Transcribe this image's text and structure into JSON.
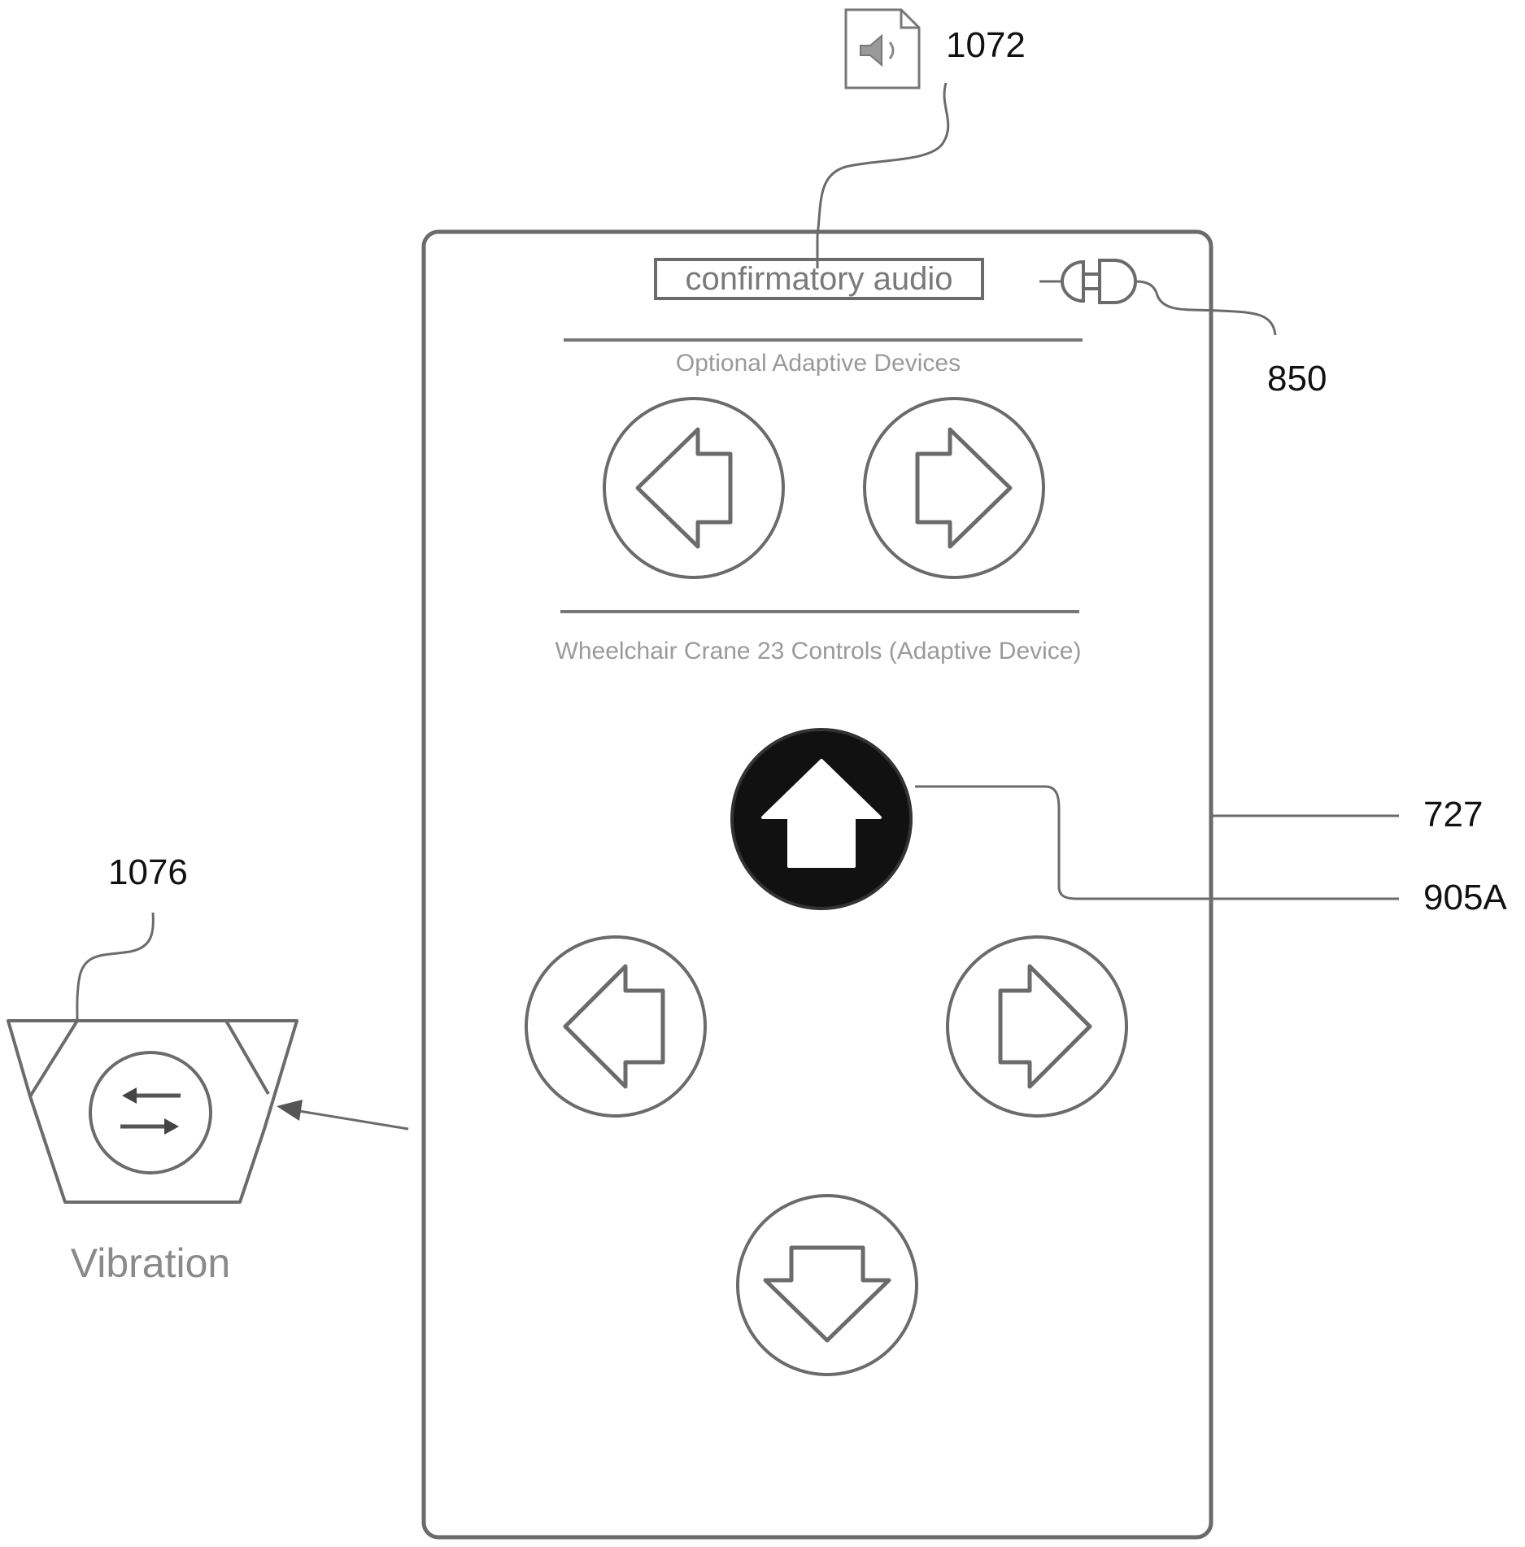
{
  "reference_numerals": {
    "audio_file": "1072",
    "plug": "850",
    "device": "727",
    "up_button": "905A",
    "vibration_unit": "1076"
  },
  "device": {
    "confirmatory_audio_label": "confirmatory audio",
    "optional_section_heading": "Optional Adaptive Devices",
    "crane_section_heading": "Wheelchair Crane 23 Controls (Adaptive Device)"
  },
  "vibration": {
    "label": "Vibration"
  },
  "icons": {
    "audio_file": "audio-file-icon",
    "plug": "plug-icon",
    "optional_left": "arrow-left-icon",
    "optional_right": "arrow-right-icon",
    "crane_up": "arrow-up-icon",
    "crane_left": "arrow-left-icon",
    "crane_right": "arrow-right-icon",
    "crane_down": "arrow-down-icon",
    "vibration": "vibration-icon"
  },
  "colors": {
    "line": "#6b6b6b",
    "light_line": "#9a9a9a",
    "active_button_fill": "#111111",
    "active_button_arrow": "#ffffff"
  }
}
